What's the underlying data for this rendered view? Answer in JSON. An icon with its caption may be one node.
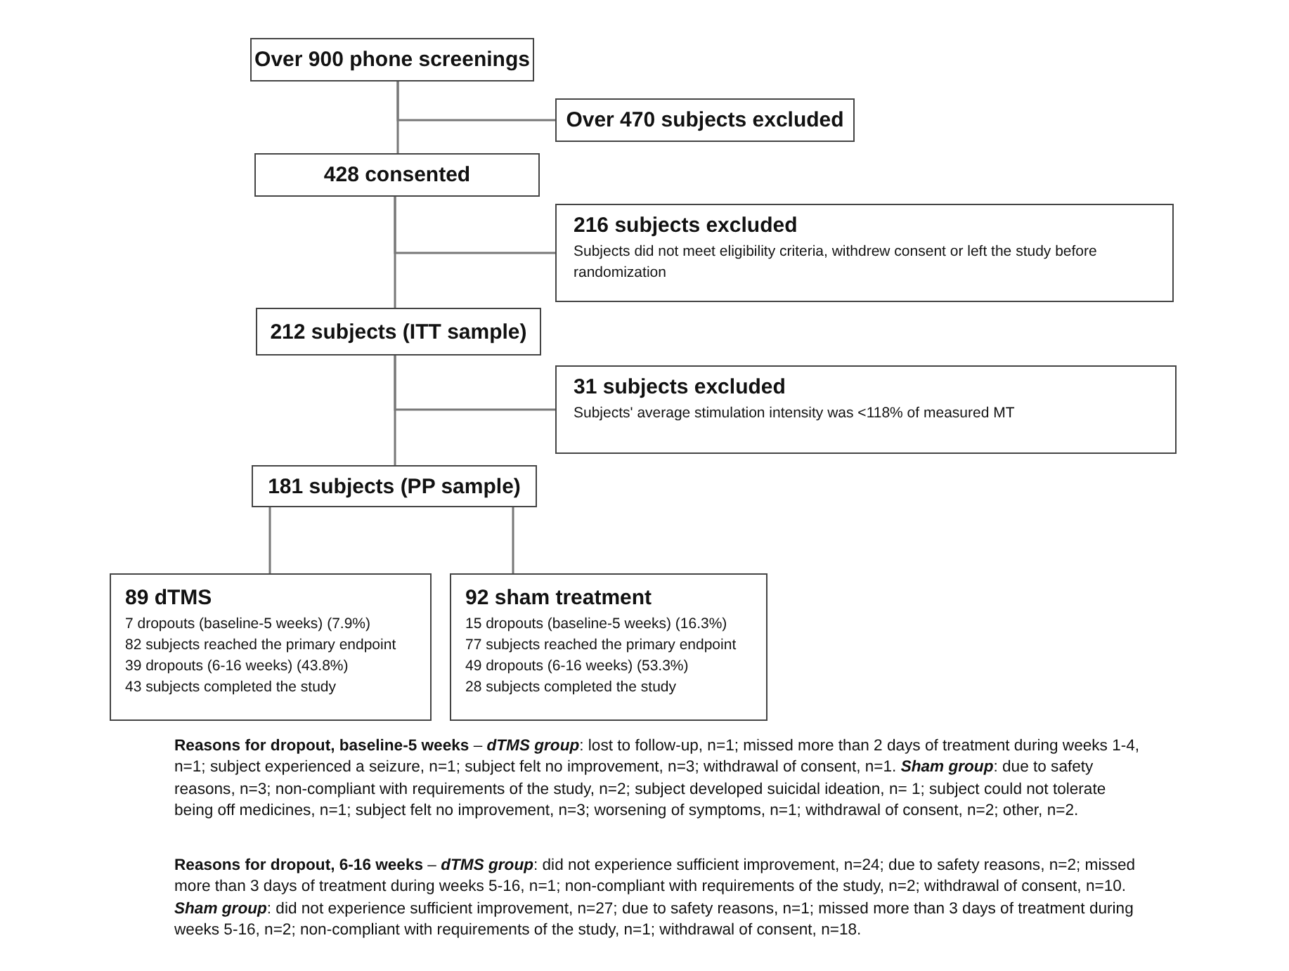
{
  "diagram": {
    "nodes": [
      {
        "text": [
          "Over 900 phone screenings"
        ]
      },
      {
        "text": [
          "Over 470 subjects excluded"
        ]
      },
      {
        "text": [
          "428 consented"
        ]
      },
      {
        "text": [
          "216 subjects excluded",
          "Subjects did not meet eligibility criteria, withdrew consent or left the study before randomization"
        ]
      },
      {
        "text": [
          "212 subjects (ITT sample)"
        ]
      },
      {
        "text": [
          "31 subjects excluded",
          "Subjects' average stimulation intensity was <118% of measured MT"
        ]
      },
      {
        "text": [
          "181 subjects (PP sample)"
        ]
      },
      {
        "text": [
          "89 dTMS",
          "7 dropouts (baseline-5 weeks) (7.9%)",
          "82 subjects reached the primary endpoint",
          "39 dropouts (6-16 weeks) (43.8%)",
          "43 subjects completed the study"
        ]
      },
      {
        "text": [
          "92 sham treatment",
          "15 dropouts (baseline-5 weeks) (16.3%)",
          "77 subjects reached the primary endpoint",
          "49 dropouts (6-16 weeks) (53.3%)",
          "28 subjects completed the study"
        ]
      }
    ],
    "edges": [
      {
        "from": 0,
        "to": 2,
        "arrow": "none"
      },
      {
        "from": 0,
        "to": 1,
        "arrow": "none"
      },
      {
        "from": 2,
        "to": 4,
        "arrow": "none"
      },
      {
        "from": 2,
        "to": 3,
        "arrow": "none"
      },
      {
        "from": 4,
        "to": 6,
        "arrow": "none"
      },
      {
        "from": 4,
        "to": 5,
        "arrow": "none"
      },
      {
        "from": 6,
        "to": 7,
        "arrow": "none"
      },
      {
        "from": 6,
        "to": 8,
        "arrow": "none"
      }
    ],
    "labels": [
      "**Reasons for dropout, baseline-5 weeks** – **dTMS group**: lost to follow-up, n=1; missed more than 2 days of treatment during weeks 1-4, n=1; subject experienced a seizure, n=1; subject felt no improvement, n=3; withdrawal of consent, n=1. **Sham group**: due to safety reasons, n=3; non-compliant with requirements of the study, n=2; subject developed suicidal ideation, n= 1; subject could not tolerate being off medicines, n=1; subject felt no improvement, n=3; worsening of symptoms, n=1; withdrawal of consent, n=2; other, n=2.",
      "**Reasons for dropout, 6-16 weeks** – **dTMS group**: did not experience sufficient improvement, n=24; due to safety reasons, n=2; missed more than 3 days of treatment during weeks 5-16, n=1; non-compliant with requirements of the study, n=2; withdrawal of consent, n=10. **Sham group**: did not experience sufficient improvement, n=27; due to safety reasons, n=1; missed more than 3 days of treatment during weeks 5-16, n=2; non-compliant with requirements of the study, n=1; withdrawal of consent, n=18."
    ]
  }
}
